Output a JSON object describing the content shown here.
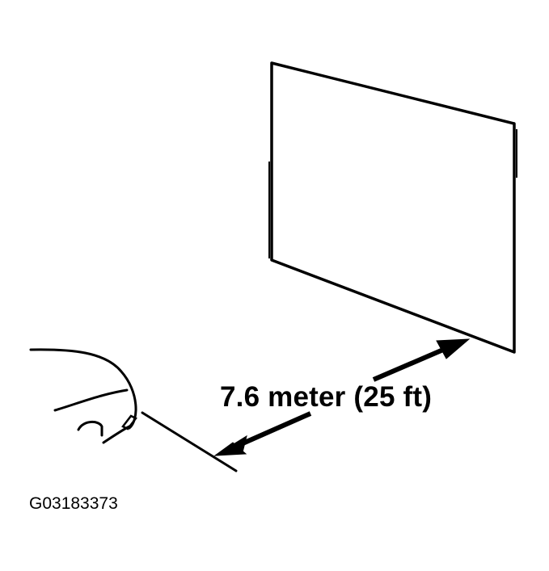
{
  "diagram": {
    "distance_label": "7.6 meter (25 ft)",
    "figure_id": "G03183373",
    "elements": {
      "target_panel": "wall-screen-panel",
      "source": "vehicle-headlamp",
      "dimension": "distance-arrow"
    },
    "colors": {
      "line": "#000000",
      "background": "#ffffff"
    }
  }
}
